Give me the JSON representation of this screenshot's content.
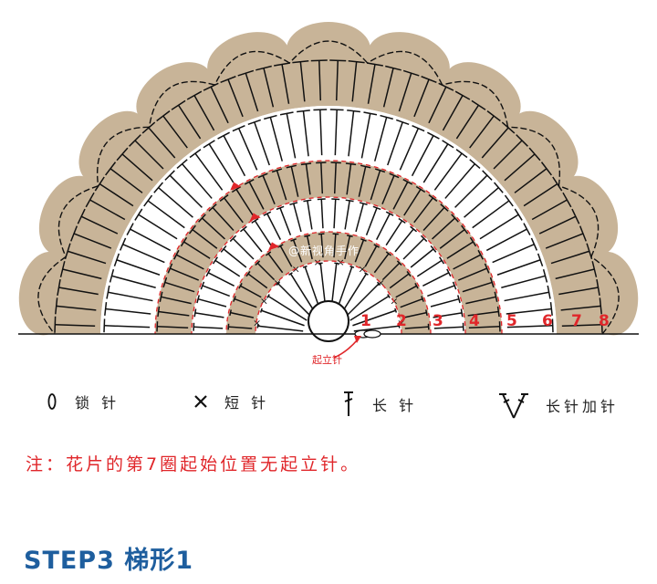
{
  "diagram": {
    "row_labels": [
      "1",
      "2",
      "3",
      "4",
      "5",
      "6",
      "7",
      "8"
    ],
    "watermark": "@新视角手作",
    "start_label": "起立针",
    "colors": {
      "tan": "#c8b498",
      "red": "#e0262a",
      "ink": "#111111",
      "blue": "#1e5e9e"
    }
  },
  "legend": [
    {
      "icon": "chain-stitch-icon",
      "label": "锁 针"
    },
    {
      "icon": "single-crochet-icon",
      "label": "短 针"
    },
    {
      "icon": "double-crochet-icon",
      "label": "长 针"
    },
    {
      "icon": "dc-increase-icon",
      "label": "长针加针"
    }
  ],
  "note": "注：花片的第7圈起始位置无起立针。",
  "step_title": "STEP3 梯形1"
}
